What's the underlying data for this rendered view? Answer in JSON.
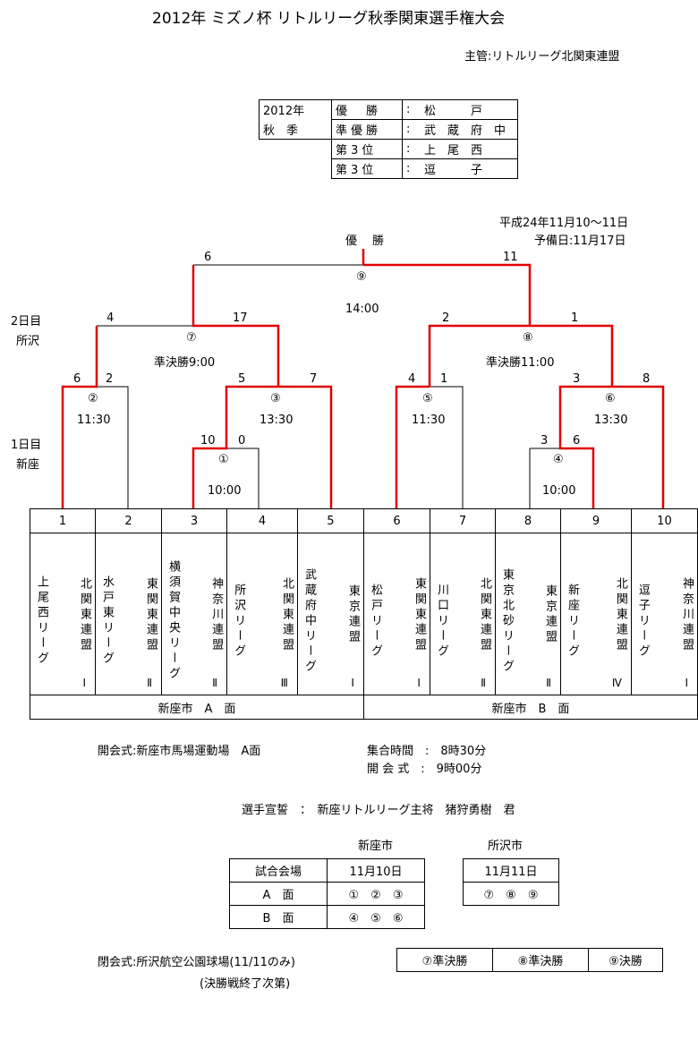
{
  "title": "2012年 ミズノ杯 リトルリーグ秋季関東選手権大会",
  "organizer": "主管:リトルリーグ北関東連盟",
  "results": {
    "year_label": "2012年",
    "season_label": "秋　季",
    "rows": [
      {
        "label": "優　勝",
        "sep": ":",
        "team": "松　　　戸"
      },
      {
        "label": "準優勝",
        "sep": ":",
        "team": "武　蔵　府　中"
      },
      {
        "label": "第3位",
        "sep": ":",
        "team": "上　尾　西"
      },
      {
        "label": "第3位",
        "sep": ":",
        "team": "逗　　　子"
      }
    ]
  },
  "dates": {
    "main": "平成24年11月10～11日",
    "reserve": "予備日:11月17日"
  },
  "bracket": {
    "champion_label": "優　勝",
    "day2_label": "2日目",
    "day2_venue": "所沢",
    "day1_label": "1日目",
    "day1_venue": "新座",
    "final": {
      "id": "⑨",
      "time": "14:00",
      "left_score": "6",
      "right_score": "11"
    },
    "semi_left": {
      "id": "⑦",
      "time": "準決勝9:00",
      "left_score": "4",
      "right_score": "17"
    },
    "semi_right": {
      "id": "⑧",
      "time": "準決勝11:00",
      "left_score": "2",
      "right_score": "1"
    },
    "m2": {
      "id": "②",
      "time": "11:30",
      "left_score": "6",
      "right_score": "2"
    },
    "m3": {
      "id": "③",
      "time": "13:30",
      "left_score": "5",
      "right_score": "7"
    },
    "m5": {
      "id": "⑤",
      "time": "11:30",
      "left_score": "4",
      "right_score": "1"
    },
    "m6": {
      "id": "⑥",
      "time": "13:30",
      "left_score": "3",
      "right_score": "8"
    },
    "m1": {
      "id": "①",
      "time": "10:00",
      "left_score": "10",
      "right_score": "0"
    },
    "m4": {
      "id": "④",
      "time": "10:00",
      "left_score": "3",
      "right_score": "6"
    }
  },
  "teams": [
    {
      "num": "1",
      "name": "上尾西リーグ",
      "league": "北関東連盟",
      "div": "Ⅰ"
    },
    {
      "num": "2",
      "name": "水戸東リーグ",
      "league": "東関東連盟",
      "div": "Ⅱ"
    },
    {
      "num": "3",
      "name": "横須賀中央リーグ",
      "league": "神奈川連盟",
      "div": "Ⅱ"
    },
    {
      "num": "4",
      "name": "所沢リーグ",
      "league": "北関東連盟",
      "div": "Ⅲ"
    },
    {
      "num": "5",
      "name": "武蔵府中リーグ",
      "league": "東京連盟",
      "div": "Ⅰ"
    },
    {
      "num": "6",
      "name": "松戸リーグ",
      "league": "東関東連盟",
      "div": "Ⅰ"
    },
    {
      "num": "7",
      "name": "川口リーグ",
      "league": "北関東連盟",
      "div": "Ⅱ"
    },
    {
      "num": "8",
      "name": "東京北砂リーグ",
      "league": "東京連盟",
      "div": "Ⅱ"
    },
    {
      "num": "9",
      "name": "新座リーグ",
      "league": "北関東連盟",
      "div": "Ⅳ"
    },
    {
      "num": "10",
      "name": "逗子リーグ",
      "league": "神奈川連盟",
      "div": "Ⅰ"
    }
  ],
  "fields": {
    "a": "新座市　A　面",
    "b": "新座市　B　面"
  },
  "opening": {
    "ceremony": "開会式:新座市馬場運動場　A面",
    "gather_label": "集合時間　:　8時30分",
    "open_label": "開 会 式　:　9時00分"
  },
  "oath": "選手宣誓　：　新座リトルリーグ主将　猪狩勇樹　君",
  "schedule": {
    "niiza_header": "新座市",
    "tokorozawa_header": "所沢市",
    "venue_label": "試合会場",
    "niiza_date": "11月10日",
    "a_label": "A　面",
    "a_games": "①　②　③",
    "b_label": "B　面",
    "b_games": "④　⑤　⑥",
    "tokorozawa_date": "11月11日",
    "tokorozawa_games": "⑦　⑧　⑨"
  },
  "closing": {
    "ceremony": "閉会式:所沢航空公園球場(11/11のみ)",
    "note": "(決勝戦終了次第)",
    "finals": [
      "⑦準決勝",
      "⑧準決勝",
      "⑨決勝"
    ]
  },
  "colors": {
    "winner_line": "#e00000",
    "line": "#000000"
  }
}
